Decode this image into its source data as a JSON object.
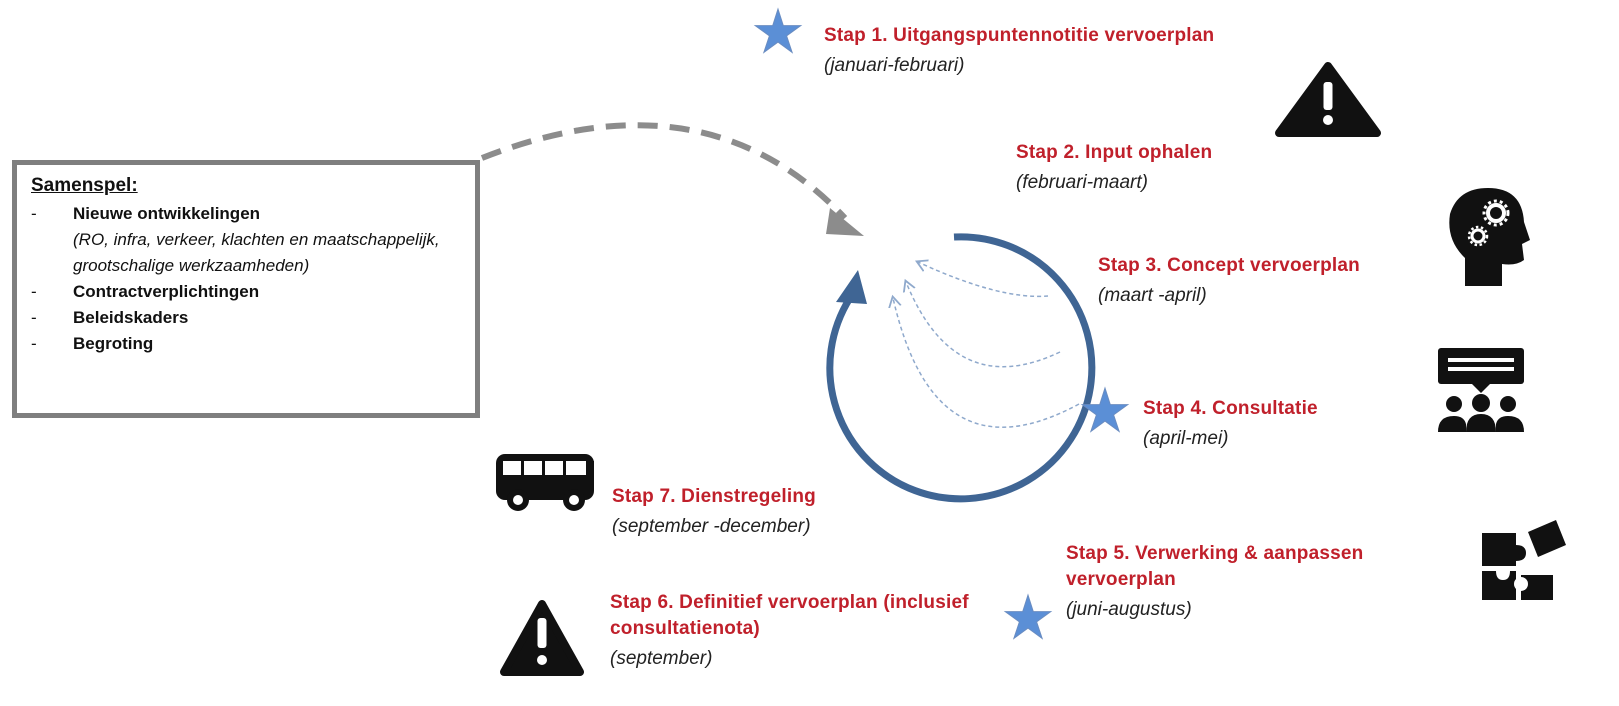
{
  "box": {
    "title": "Samenspel:",
    "items": [
      {
        "dash": "-",
        "label": "Nieuwe ontwikkelingen",
        "sub": "(RO, infra, verkeer, klachten en maatschappelijk, grootschalige werkzaamheden)"
      },
      {
        "dash": "-",
        "label": "Contractverplichtingen"
      },
      {
        "dash": "-",
        "label": "Beleidskaders"
      },
      {
        "dash": "-",
        "label": "Begroting"
      }
    ]
  },
  "steps": [
    {
      "title": "Stap 1. Uitgangspuntennotitie vervoerplan",
      "dates": "(januari-februari)"
    },
    {
      "title": "Stap 2. Input ophalen",
      "dates": "(februari-maart)"
    },
    {
      "title": "Stap 3. Concept vervoerplan",
      "dates": "(maart -april)"
    },
    {
      "title": "Stap 4. Consultatie",
      "dates": "(april-mei)"
    },
    {
      "title": "Stap 5. Verwerking & aanpassen vervoerplan",
      "dates": "(juni-augustus)"
    },
    {
      "title": "Stap 6. Definitief vervoerplan (inclusief consultatienota)",
      "dates": "(september)"
    },
    {
      "title": "Stap 7. Dienstregeling",
      "dates": "(september -december)"
    }
  ],
  "icons": {
    "star": "star-icon",
    "warning": "warning-icon",
    "head": "head-gears-icon",
    "meeting": "meeting-icon",
    "puzzle": "puzzle-icon",
    "bus": "bus-icon"
  },
  "colors": {
    "step_title": "#c0202b",
    "cycle": "#3f6594",
    "star": "#5b8fd6",
    "dashed_arrow": "#8c8c8c"
  }
}
